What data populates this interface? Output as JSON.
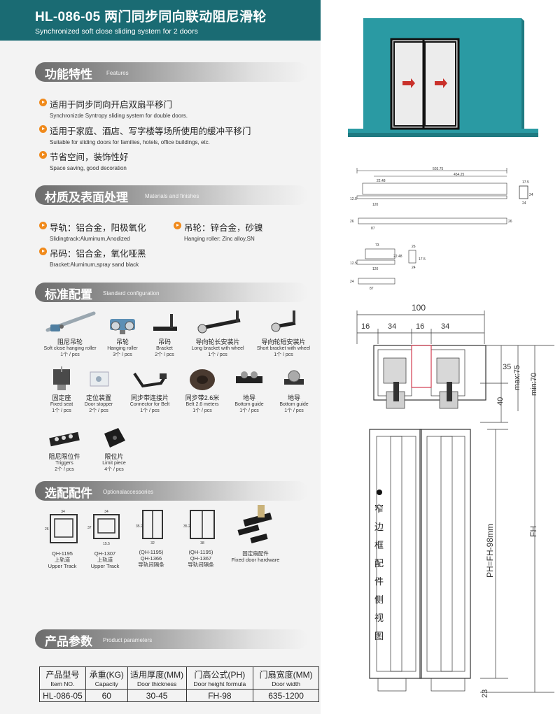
{
  "header": {
    "title": "HL-086-05 两门同步同向联动阻尼滑轮",
    "subtitle": "Synchronized soft close sliding system for 2 doors"
  },
  "sections": {
    "features": {
      "zh": "功能特性",
      "en": "Features"
    },
    "materials": {
      "zh": "材质及表面处理",
      "en": "Materials and finishes"
    },
    "standard": {
      "zh": "标准配置",
      "en": "Standard configuration"
    },
    "optional": {
      "zh": "选配配件",
      "en": "Optionalaccessories"
    },
    "params": {
      "zh": "产品参数",
      "en": "Product parameters"
    }
  },
  "features": [
    {
      "zh": "适用于同步同向开启双扇平移门",
      "en": "Synchronizde Syntropy sliding system for double doors."
    },
    {
      "zh": "适用于家庭、酒店、写字楼等场所使用的缓冲平移门",
      "en": "Suitable for sliding doors for families, hotels, office buildings, etc."
    },
    {
      "zh": "节省空间，装饰性好",
      "en": "Space saving, good decoration"
    }
  ],
  "materials": [
    {
      "zh": "导轨：铝合金，阳极氧化",
      "en": "Slidingtrack:Aluminum,Anodized"
    },
    {
      "zh": "吊轮：锌合金，砂镍",
      "en": "Hanging roller: Zinc alloy,SN"
    },
    {
      "zh": "吊码：铝合金，氧化哑黑",
      "en": "Bracket:Aluminum,spray sand black"
    }
  ],
  "standard_items": [
    {
      "zh": "阻尼吊轮",
      "en": "Soft close hanging roller",
      "qty": "1个 / pcs"
    },
    {
      "zh": "吊轮",
      "en": "Hanging roller",
      "qty": "3个 / pcs"
    },
    {
      "zh": "吊码",
      "en": "Bracket",
      "qty": "2个 / pcs"
    },
    {
      "zh": "导向轮长安装片",
      "en": "Long bracket with wheel",
      "qty": "1个 / pcs"
    },
    {
      "zh": "导向轮短安装片",
      "en": "Short bracket with wheel",
      "qty": "1个 / pcs"
    },
    {
      "zh": "固定座",
      "en": "Fixed seat",
      "qty": "1个 / pcs"
    },
    {
      "zh": "定位装置",
      "en": "Door stopper",
      "qty": "2个 / pcs"
    },
    {
      "zh": "同步带连接片",
      "en": "Connector for Belt",
      "qty": "1个 / pcs"
    },
    {
      "zh": "同步带2.6米",
      "en": "Belt 2.6 meters",
      "qty": "1个 / pcs"
    },
    {
      "zh": "地导",
      "en": "Bottom guide",
      "qty": "1个 / pcs"
    },
    {
      "zh": "地导",
      "en": "Bottom guide",
      "qty": "1个 / pcs"
    },
    {
      "zh": "阻尼限位件",
      "en": "Triggers",
      "qty": "2个 / pcs"
    },
    {
      "zh": "限位片",
      "en": "Limit piece",
      "qty": "4个 / pcs"
    }
  ],
  "optional_items": [
    {
      "code": "QH-1195",
      "zh": "上轨道",
      "en": "Upper Track",
      "dims": [
        "34",
        "26"
      ]
    },
    {
      "code": "QH-1307",
      "zh": "上轨道",
      "en": "Upper Track",
      "dims": [
        "34",
        "37",
        "15.5"
      ]
    },
    {
      "code": "(QH-1195)",
      "code2": "QH-1366",
      "zh": "导轨间隔条",
      "dims": [
        "35.2",
        "32"
      ]
    },
    {
      "code": "(QH-1195)",
      "code2": "QH-1367",
      "zh": "导轨间隔条",
      "dims": [
        "35.2",
        "38"
      ]
    },
    {
      "zh": "固定扇配件",
      "en": "Fixed door hardware"
    }
  ],
  "params_table": {
    "headers": [
      {
        "zh": "产品型号",
        "en": "Item NO."
      },
      {
        "zh": "承重(KG)",
        "en": "Capacity"
      },
      {
        "zh": "适用厚度(MM)",
        "en": "Door thickness"
      },
      {
        "zh": "门高公式(PH)",
        "en": "Door height formula"
      },
      {
        "zh": "门扇宽度(MM)",
        "en": "Door width"
      }
    ],
    "row": [
      "HL-086-05",
      "60",
      "30-45",
      "FH-98",
      "635-1200"
    ]
  },
  "tech_top": {
    "dims": [
      "503.75",
      "454.25",
      "22.48",
      "120",
      "12.5",
      "87",
      "26",
      "26",
      "17.5",
      "24",
      "24"
    ]
  },
  "tech_small": {
    "dims": [
      "73",
      "22.48",
      "120",
      "12.5",
      "87",
      "26",
      "17.5",
      "24",
      "24"
    ]
  },
  "section_drawing": {
    "dims": [
      "100",
      "16",
      "34",
      "16",
      "34",
      "35",
      "max:75",
      "min:70",
      "40",
      "PH=FH-98mm",
      "FH",
      "23"
    ],
    "label_chars": [
      "窄",
      "边",
      "框",
      "配",
      "件",
      "侧",
      "视",
      "图"
    ]
  },
  "colors": {
    "header": "#1a6b73",
    "accent": "#f08a1c",
    "door_frame": "#2a9aa3",
    "arrow": "#c9312b"
  }
}
